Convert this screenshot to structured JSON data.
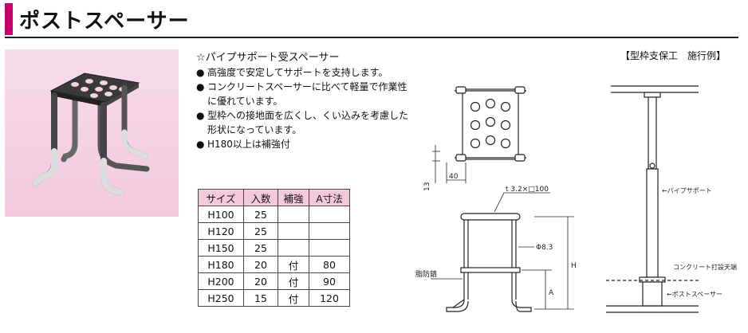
{
  "header": {
    "title": "ポストスペーサー"
  },
  "product": {
    "subtitle": "☆パイプサポート受スペーサー",
    "features": [
      "高強度で安定してサポートを支持します。",
      "コンクリートスペーサーに比べて軽量で作業性に優れています。",
      "型枠への接地面を広くし、くい込みを考慮した形状になっています。",
      "H180以上は補強付"
    ],
    "bullet_glyph": "●"
  },
  "spec_table": {
    "headers": [
      "サイズ",
      "入数",
      "補強",
      "A寸法"
    ],
    "rows": [
      [
        "H100",
        "25",
        "",
        ""
      ],
      [
        "H120",
        "25",
        "",
        ""
      ],
      [
        "H150",
        "25",
        "",
        ""
      ],
      [
        "H180",
        "20",
        "付",
        "80"
      ],
      [
        "H200",
        "20",
        "付",
        "90"
      ],
      [
        "H250",
        "15",
        "付",
        "120"
      ]
    ]
  },
  "diagram": {
    "title": "【型枠支保工　施行例】",
    "dim_40": "40",
    "dim_13": "13",
    "plate_label": "t 3.2×□100",
    "rod_label": "Φ8.3",
    "coating_label": "樹脂防錆",
    "dim_h": "H",
    "dim_a": "A",
    "pipe_support_label": "←パイプサポート",
    "concrete_label": "コンクリート打設天端",
    "spacer_label": "←ポストスペーサー"
  },
  "colors": {
    "accent": "#c8006e",
    "table_header": "#f4c9de",
    "photo_bg": "#f5d2e4"
  }
}
